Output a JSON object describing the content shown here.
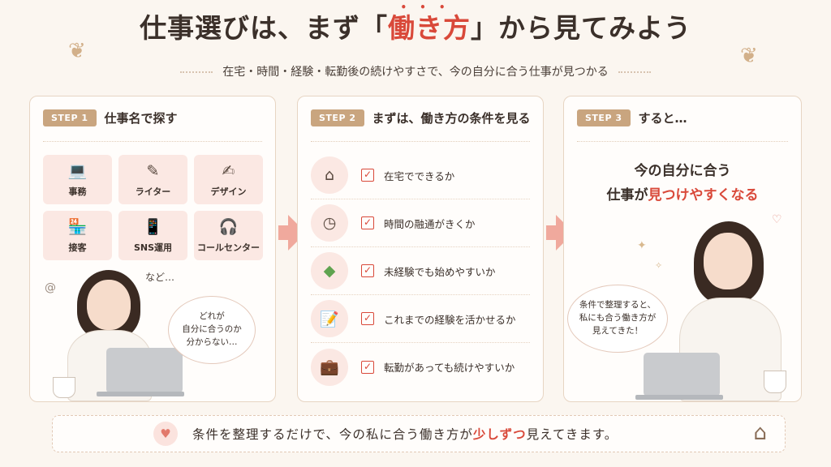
{
  "header": {
    "title_before": "仕事選びは、まず「",
    "title_accent": "働き方",
    "title_after": "」から見てみよう",
    "subtitle": "在宅・時間・経験・転勤後の続けやすさで、今の自分に合う仕事が見つかる"
  },
  "step1": {
    "badge": "STEP 1",
    "title": "仕事名で探す",
    "jobs": [
      {
        "label": "事務",
        "icon": "laptop-icon",
        "glyph": "💻"
      },
      {
        "label": "ライター",
        "icon": "pen-icon",
        "glyph": "✎"
      },
      {
        "label": "デザイン",
        "icon": "design-pen-icon",
        "glyph": "✍"
      },
      {
        "label": "接客",
        "icon": "shop-icon",
        "glyph": "🏪"
      },
      {
        "label": "SNS運用",
        "icon": "smartphone-icon",
        "glyph": "📱"
      },
      {
        "label": "コールセンター",
        "icon": "headset-icon",
        "glyph": "🎧"
      }
    ],
    "etc": "など…",
    "bubble": [
      "どれが",
      "自分に合うのか",
      "分からない…"
    ]
  },
  "step2": {
    "badge": "STEP 2",
    "title": "まずは、働き方の条件を見る",
    "conditions": [
      {
        "label": "在宅でできるか",
        "icon": "house-icon",
        "glyph": "⌂"
      },
      {
        "label": "時間の融通がきくか",
        "icon": "clock-icon",
        "glyph": "◷"
      },
      {
        "label": "未経験でも始めやすいか",
        "icon": "beginner-mark-icon",
        "glyph": "◆"
      },
      {
        "label": "これまでの経験を活かせるか",
        "icon": "document-icon",
        "glyph": "📝"
      },
      {
        "label": "転勤があっても続けやすいか",
        "icon": "suitcase-icon",
        "glyph": "💼"
      }
    ],
    "check_glyph": "✓"
  },
  "step3": {
    "badge": "STEP 3",
    "title": "すると…",
    "result_line1": "今の自分に合う",
    "result_line2_before": "仕事が",
    "result_line2_accent": "見つけやすくなる",
    "bubble": [
      "条件で整理すると、",
      "私にも合う働き方が",
      "見えてきた！"
    ]
  },
  "footer": {
    "text_before": "条件を整理するだけで、今の私に合う働き方が",
    "text_accent": "少しずつ",
    "text_after": "見えてきます。"
  },
  "colors": {
    "accent": "#d9493a",
    "badge": "#c9a57f",
    "tile": "#fbe8e3",
    "background": "#fbf6f0"
  }
}
